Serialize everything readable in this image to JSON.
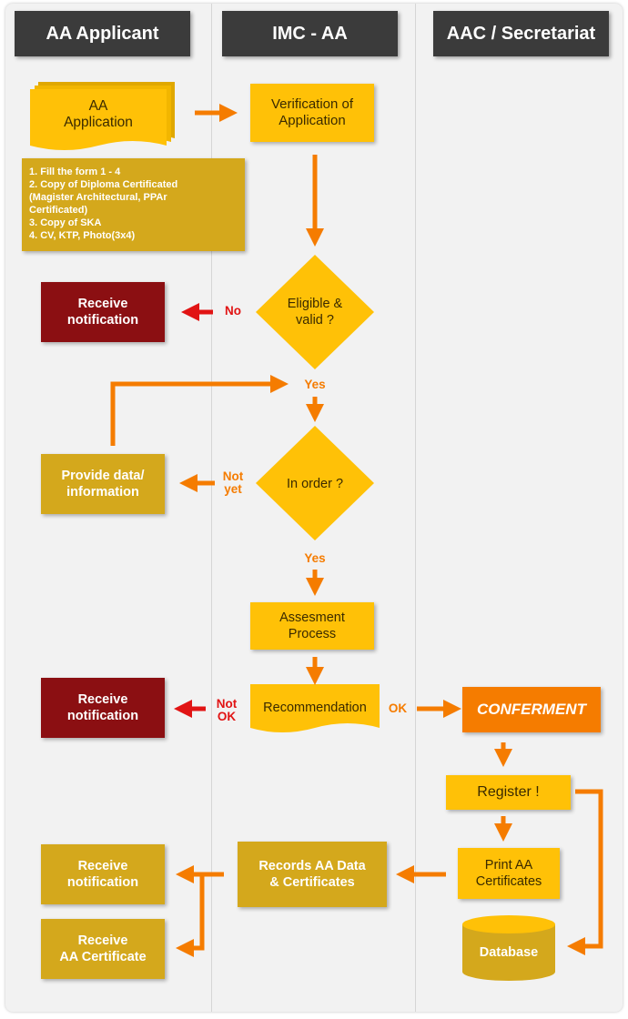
{
  "lanes": {
    "applicant": "AA Applicant",
    "imc": "IMC - AA",
    "aac": "AAC / Secretariat"
  },
  "nodes": {
    "aa_application": "AA\nApplication",
    "requirements": "1. Fill the form 1 - 4\n2. Copy of Diploma Certificated\n(Magister Architectural, PPAr\nCertificated)\n3. Copy of SKA\n4. CV, KTP, Photo(3x4)",
    "verification": "Verification of\nApplication",
    "eligible": "Eligible &\nvalid ?",
    "receive_notification_1": "Receive\nnotification",
    "in_order": "In order ?",
    "provide_data": "Provide data/\ninformation",
    "assessment": "Assesment\nProcess",
    "recommendation": "Recommendation",
    "receive_notification_2": "Receive\nnotification",
    "conferment": "CONFERMENT",
    "register": "Register !",
    "print_certificates": "Print AA\nCertificates",
    "database": "Database",
    "records": "Records AA Data\n& Certificates",
    "receive_notification_3": "Receive\nnotification",
    "receive_certificate": "Receive\nAA Certificate"
  },
  "edge_labels": {
    "no": "No",
    "yes_1": "Yes",
    "not_yet": "Not\nyet",
    "yes_2": "Yes",
    "not_ok": "Not\nOK",
    "ok": "OK"
  },
  "colors": {
    "header": "#3b3b3b",
    "yellow": "#ffc107",
    "gold": "#d4a81c",
    "dark_red": "#8b0f12",
    "orange": "#f57c00",
    "red_arrow": "#e11414"
  }
}
